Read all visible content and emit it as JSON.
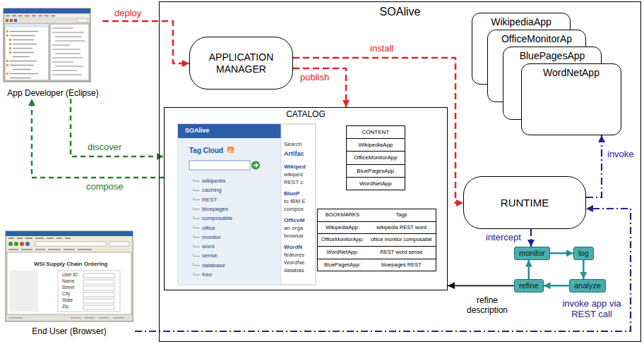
{
  "diagram": {
    "nodes": [
      {
        "text": [
          "App Developer (Eclipse)"
        ]
      },
      {
        "text": [
          "End User (Browser)"
        ]
      },
      {
        "text": [
          "SOAlive"
        ]
      },
      {
        "text": [
          "APPLICATION MANAGER"
        ],
        "in": 2
      },
      {
        "text": [
          "CATALOG"
        ],
        "in": 2
      },
      {
        "text": [
          "CONTENT",
          "WikipediaApp",
          "OfficeMonitorApp",
          "BluePagesApp",
          "WordNetApp"
        ],
        "in": 4
      },
      {
        "text": [
          "BOOKMARKS",
          "Tags",
          "WikipediaApp:",
          "wikipedia REST word",
          "OfficeMonitorApp:",
          "ofiice monitor composable",
          "WordNetApp:",
          "REST word sense",
          "BluePagesApp:",
          "bluepages REST"
        ],
        "in": 4
      },
      {
        "text": [
          "WikipediaApp"
        ],
        "in": 2
      },
      {
        "text": [
          "OfficeMonitorAp"
        ],
        "in": 2
      },
      {
        "text": [
          "BluePagesApp"
        ],
        "in": 2
      },
      {
        "text": [
          "WordNetApp"
        ],
        "in": 2
      },
      {
        "text": [
          "RUNTIME"
        ],
        "in": 2
      },
      {
        "text": [
          "monitor"
        ],
        "in": 2
      },
      {
        "text": [
          "log"
        ],
        "in": 2
      },
      {
        "text": [
          "analyze"
        ],
        "in": 2
      },
      {
        "text": [
          "refine"
        ],
        "in": 2
      }
    ],
    "edges": [
      {
        "from": 0,
        "to": 3,
        "label": "deploy",
        "arrow": "to"
      },
      {
        "from": 3,
        "to": 4,
        "label": "publish",
        "arrow": "to"
      },
      {
        "from": 3,
        "to": 11,
        "label": "install",
        "arrow": "to"
      },
      {
        "from": 0,
        "to": 4,
        "label": "discover",
        "arrow": "to"
      },
      {
        "from": 4,
        "to": 0,
        "label": "compose",
        "arrow": "to"
      },
      {
        "from": 11,
        "to": 12,
        "label": "intercept",
        "arrow": "to"
      },
      {
        "from": 15,
        "to": 4,
        "label": "refine description",
        "arrow": "to"
      },
      {
        "from": 1,
        "to": 11,
        "label": "invoke app via REST call",
        "arrow": "to"
      },
      {
        "from": 11,
        "to": 10,
        "label": "invoke",
        "arrow": "to"
      },
      {
        "from": 12,
        "to": 13,
        "arrow": "to"
      },
      {
        "from": 13,
        "to": 14,
        "arrow": "to"
      },
      {
        "from": 14,
        "to": 15,
        "arrow": "to"
      },
      {
        "from": 15,
        "to": 12,
        "arrow": "to"
      }
    ],
    "labels": [
      "SOAlive",
      "Tag Cloud",
      "wikipedia",
      "caching",
      "REST",
      "bluepages",
      "composable",
      "office",
      "monitor",
      "word",
      "sense",
      "database",
      "fred",
      "Search",
      "Artifac",
      "Wikiped",
      "wikiped",
      "REST c",
      "BlueP",
      "to IBM E",
      "compos",
      "OfficeM",
      "an orga",
      "browsal",
      "WordN",
      "features",
      "WordNe",
      "databas",
      "WSI Supply Chain Ordering",
      "User ID",
      "Name",
      "Street",
      "City",
      "State",
      "Zip"
    ]
  }
}
